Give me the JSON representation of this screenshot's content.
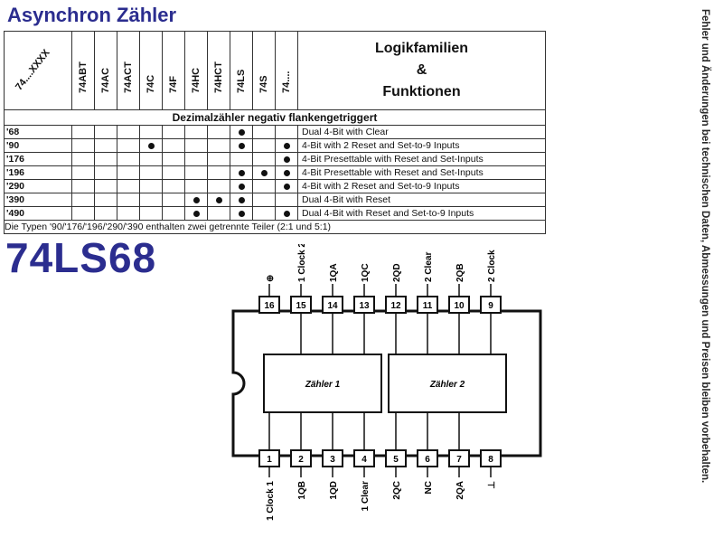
{
  "page": {
    "title": "Asynchron Zähler",
    "part_number": "74LS68",
    "side_note": "Fehler und Änderungen bei technischen Daten, Abmessungen und Preisen bleiben vorbehalten.",
    "accent": "#2b2d8f"
  },
  "table": {
    "corner_label": "74....XXXX",
    "families": [
      "74ABT",
      "74AC",
      "74ACT",
      "74C",
      "74F",
      "74HC",
      "74HCT",
      "74LS",
      "74S",
      "74...."
    ],
    "header_right": [
      "Logikfamilien",
      "&",
      "Funktionen"
    ],
    "section_title": "Dezimalzähler negativ flankengetriggert",
    "rows": [
      {
        "code": "'68",
        "marks": [
          0,
          0,
          0,
          0,
          0,
          0,
          0,
          1,
          0,
          0
        ],
        "desc": "Dual 4-Bit with Clear"
      },
      {
        "code": "'90",
        "marks": [
          0,
          0,
          0,
          1,
          0,
          0,
          0,
          1,
          0,
          1
        ],
        "desc": "4-Bit with 2 Reset and Set-to-9 Inputs"
      },
      {
        "code": "'176",
        "marks": [
          0,
          0,
          0,
          0,
          0,
          0,
          0,
          0,
          0,
          1
        ],
        "desc": "4-Bit Presettable with Reset and Set-Inputs"
      },
      {
        "code": "'196",
        "marks": [
          0,
          0,
          0,
          0,
          0,
          0,
          0,
          1,
          1,
          1
        ],
        "desc": "4-Bit Presettable with Reset and Set-Inputs"
      },
      {
        "code": "'290",
        "marks": [
          0,
          0,
          0,
          0,
          0,
          0,
          0,
          1,
          0,
          1
        ],
        "desc": "4-Bit with 2 Reset and Set-to-9 Inputs"
      },
      {
        "code": "'390",
        "marks": [
          0,
          0,
          0,
          0,
          0,
          1,
          1,
          1,
          0,
          0
        ],
        "desc": "Dual 4-Bit with Reset"
      },
      {
        "code": "'490",
        "marks": [
          0,
          0,
          0,
          0,
          0,
          1,
          0,
          1,
          0,
          1
        ],
        "desc": "Dual 4-Bit with Reset and Set-to-9 Inputs"
      }
    ],
    "footnote": "Die Typen '90/'176/'196/'290/'390 enthalten zwei getrennte Teiler (2:1 und 5:1)"
  },
  "diagram": {
    "counter_labels": [
      "Zähler 1",
      "Zähler 2"
    ],
    "top_pins": [
      {
        "num": "16",
        "label": "⊕"
      },
      {
        "num": "15",
        "label": "1 Clock 2"
      },
      {
        "num": "14",
        "label": "1QA"
      },
      {
        "num": "13",
        "label": "1QC"
      },
      {
        "num": "12",
        "label": "2QD"
      },
      {
        "num": "11",
        "label": "2 Clear"
      },
      {
        "num": "10",
        "label": "2QB"
      },
      {
        "num": "9",
        "label": "2 Clock"
      }
    ],
    "bottom_pins": [
      {
        "num": "1",
        "label": "1 Clock 1"
      },
      {
        "num": "2",
        "label": "1QB"
      },
      {
        "num": "3",
        "label": "1QD"
      },
      {
        "num": "4",
        "label": "1 Clear"
      },
      {
        "num": "5",
        "label": "2QC"
      },
      {
        "num": "6",
        "label": "NC"
      },
      {
        "num": "7",
        "label": "2QA"
      },
      {
        "num": "8",
        "label": "⊥"
      }
    ]
  }
}
